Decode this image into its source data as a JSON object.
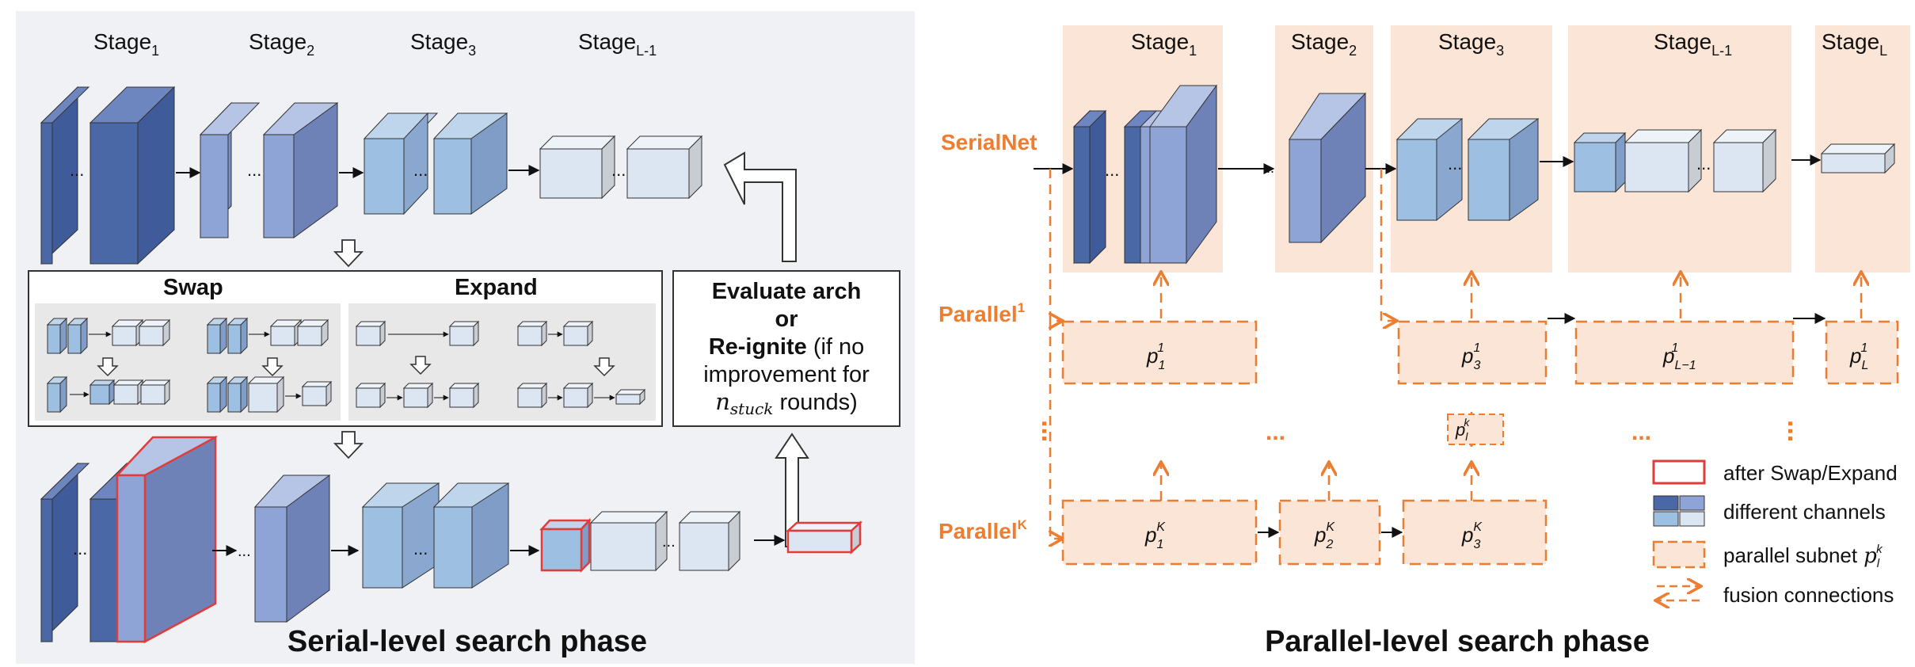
{
  "serial": {
    "stages": {
      "s1": {
        "base": "Stage",
        "sub": "1"
      },
      "s2": {
        "base": "Stage",
        "sub": "2"
      },
      "s3": {
        "base": "Stage",
        "sub": "3"
      },
      "sL1": {
        "base": "Stage",
        "sub": "L-1"
      }
    },
    "ellipsis": "...",
    "swap_title": "Swap",
    "expand_title": "Expand",
    "evaluate": {
      "line1": "Evaluate arch",
      "line2": "or",
      "line3_bold": "Re-ignite",
      "line3_rest": " (if no",
      "line4": "improvement for",
      "line5_var": "n",
      "line5_sub": "stuck",
      "line5_rest": " rounds)"
    },
    "phase_title": "Serial-level search phase"
  },
  "parallel": {
    "stages": {
      "s1": {
        "base": "Stage",
        "sub": "1"
      },
      "s2": {
        "base": "Stage",
        "sub": "2"
      },
      "s3": {
        "base": "Stage",
        "sub": "3"
      },
      "sL1": {
        "base": "Stage",
        "sub": "L-1"
      },
      "sL": {
        "base": "Stage",
        "sub": "L"
      }
    },
    "serialnet": "SerialNet",
    "parallel1": {
      "base": "Parallel",
      "sup": "1"
    },
    "parallelK": {
      "base": "Parallel",
      "sup": "K"
    },
    "p": "p",
    "sub_1": "1",
    "sub_2": "2",
    "sub_3": "3",
    "sub_L": "L",
    "sub_l": "l",
    "sub_L1": "L−1",
    "sup_1": "1",
    "sup_K": "K",
    "sup_k": "k",
    "dots": "...",
    "phase_title": "Parallel-level search phase"
  },
  "legend": {
    "after_swap": "after Swap/Expand",
    "diff_channels": "different channels",
    "parallel_subnet": "parallel subnet",
    "fusion": "fusion connections"
  },
  "colors": {
    "dark_blue": "#4A67A6",
    "mid_blue": "#8FA4D6",
    "light_blue": "#9DBFE1",
    "pale_blue": "#DCE6F2",
    "orange": "#ED7D31",
    "peach": "#FBE5D6",
    "red": "#E03C3C",
    "panel_gray": "#EFF1F4"
  }
}
